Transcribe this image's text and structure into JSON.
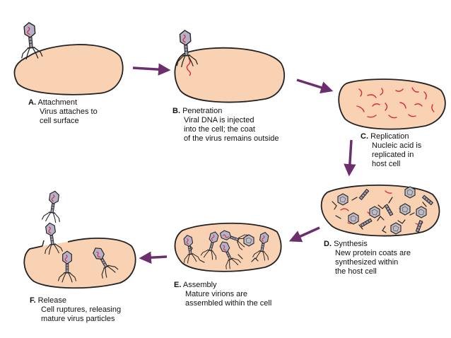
{
  "colors": {
    "cell_fill": "#f9d2b3",
    "cell_stroke": "#222222",
    "arrow": "#6c2e6d",
    "dna": "#d8283a",
    "phage_head": "#b6b0c8",
    "capsid": "#bfbcc6"
  },
  "steps": [
    {
      "letter": "A.",
      "title": "Attachment",
      "desc": "Virus attaches to\ncell surface"
    },
    {
      "letter": "B.",
      "title": "Penetration",
      "desc": "Viral DNA is injected\ninto the cell; the coat\nof the virus remains outside"
    },
    {
      "letter": "C.",
      "title": "Replication",
      "desc": "Nucleic acid is\nreplicated in\nhost cell"
    },
    {
      "letter": "D.",
      "title": "Synthesis",
      "desc": "New protein coats are\nsynthesized within\nthe host cell"
    },
    {
      "letter": "E.",
      "title": "Assembly",
      "desc": "Mature virions are\nassembled within the cell"
    },
    {
      "letter": "F.",
      "title": "Release",
      "desc": "Cell ruptures, releasing\nmature virus particles"
    }
  ]
}
